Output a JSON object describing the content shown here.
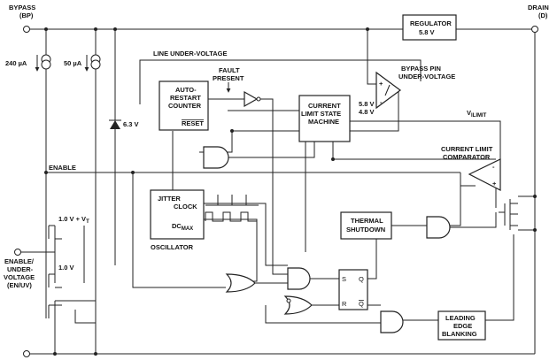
{
  "pins": {
    "bypass": "BYPASS",
    "bypass_code": "(BP)",
    "drain": "DRAIN",
    "drain_code": "(D)",
    "enable_l1": "ENABLE/",
    "enable_l2": "UNDER-",
    "enable_l3": "VOLTAGE",
    "enable_l4": "(EN/UV)"
  },
  "sources": {
    "i240": "240 µA",
    "i50": "50 µA",
    "zener": "6.3 V",
    "ref1": "1.0 V + V",
    "ref1_sub": "T",
    "ref2": "1.0 V"
  },
  "blocks": {
    "regulator_l1": "REGULATOR",
    "regulator_l2": "5.8 V",
    "autorestart_l1": "AUTO-",
    "autorestart_l2": "RESTART",
    "autorestart_l3": "COUNTER",
    "reset": "RESET",
    "cl_state_l1": "CURRENT",
    "cl_state_l2": "LIMIT STATE",
    "cl_state_l3": "MACHINE",
    "jitter_l1": "JITTER",
    "jitter_l2": "CLOCK",
    "dcmax": "DC",
    "dcmax_sub": "MAX",
    "oscillator": "OSCILLATOR",
    "thermal_l1": "THERMAL",
    "thermal_l2": "SHUTDOWN",
    "leb_l1": "LEADING",
    "leb_l2": "EDGE",
    "leb_l3": "BLANKING",
    "ff_s": "S",
    "ff_q": "Q",
    "ff_r": "R",
    "ff_qbar": "Q"
  },
  "signals": {
    "line_uv": "LINE UNDER-VOLTAGE",
    "fault_l1": "FAULT",
    "fault_l2": "PRESENT",
    "bp_uv_l1": "BYPASS PIN",
    "bp_uv_l2": "UNDER-VOLTAGE",
    "bp_v1": "5.8 V",
    "bp_v2": "4.8 V",
    "vilimit_v": "V",
    "vilimit_sub": "ILIMIT",
    "cl_comp_l1": "CURRENT LIMIT",
    "cl_comp_l2": "COMPARATOR",
    "enable": "ENABLE"
  }
}
